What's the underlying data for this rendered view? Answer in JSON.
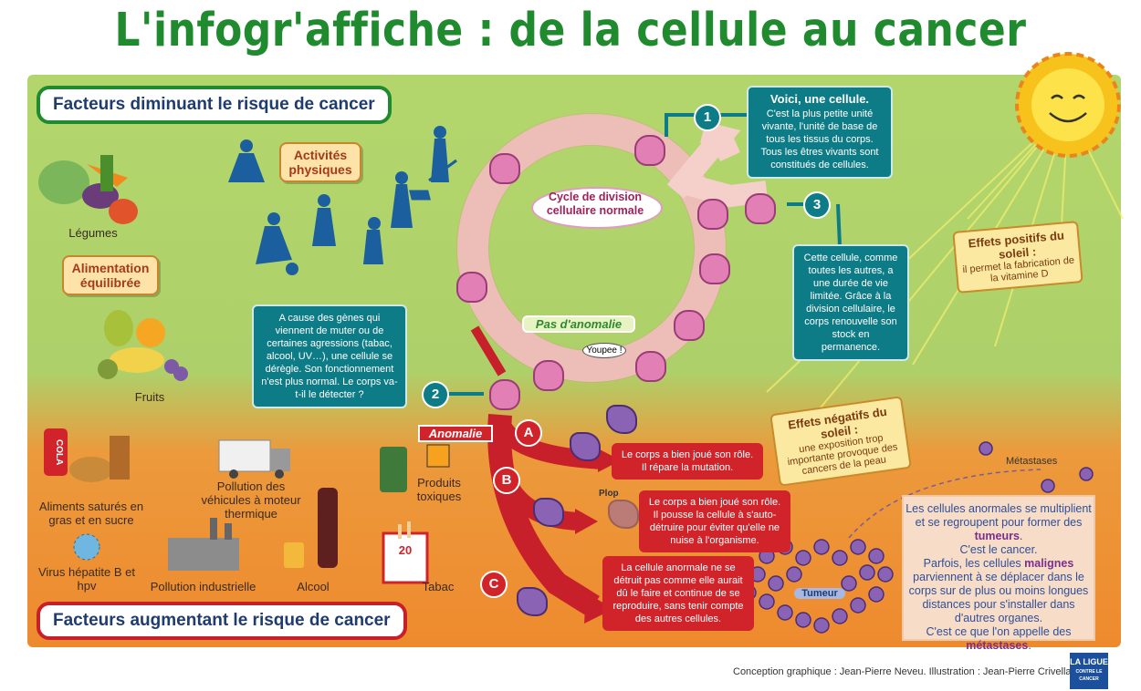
{
  "title": "L'infogr'affiche : de la cellule au cancer",
  "headers": {
    "top": "Facteurs diminuant le risque de cancer",
    "bottom": "Facteurs augmentant le risque de cancer"
  },
  "protective": {
    "legumes": "Légumes",
    "alimentation": "Alimentation équilibrée",
    "fruits": "Fruits",
    "activites": "Activités physiques"
  },
  "risks": {
    "aliments": "Aliments saturés en gras et en sucre",
    "pollution_vehicules": "Pollution des véhicules à moteur thermique",
    "produits": "Produits toxiques",
    "virus": "Virus hépatite B et hpv",
    "pollution_industrielle": "Pollution industrielle",
    "alcool": "Alcool",
    "tabac": "Tabac",
    "cola": "COLA",
    "pack": "20"
  },
  "cycle": {
    "label": "Cycle de division cellulaire normale",
    "pas_anomalie": "Pas d'anomalie",
    "youpee": "Youpee !",
    "anomalie": "Anomalie",
    "plop": "Plop",
    "tumeur": "Tumeur",
    "metastases": "Métastases"
  },
  "steps": {
    "n1": "1",
    "n2": "2",
    "n3": "3",
    "step1_title": "Voici, une cellule.",
    "step1_body": "C'est la plus petite unité vivante, l'unité de base de tous les tissus du corps. Tous les êtres vivants sont constitués de cellules.",
    "step2_body": "A cause des gènes qui viennent de muter ou de certaines agressions (tabac, alcool, UV…), une cellule se dérègle. Son fonctionnement n'est plus normal. Le corps va-t-il le détecter ?",
    "step3_body": "Cette cellule, comme toutes les autres, a une durée de vie limitée. Grâce à la division cellulaire, le corps renouvelle son stock en permanence."
  },
  "outcomes": {
    "a": "A",
    "b": "B",
    "c": "C",
    "a_text": "Le corps a bien joué son rôle. Il répare la mutation.",
    "b_text": "Le corps a bien joué son rôle. Il pousse la cellule à s'auto-détruire pour éviter qu'elle ne nuise à l'organisme.",
    "c_text": "La cellule anormale ne se détruit pas comme elle aurait dû le faire et continue de se reproduire, sans tenir compte des autres cellules."
  },
  "sun": {
    "positive_title": "Effets positifs du soleil :",
    "positive_body": "il permet la fabrication de la vitamine D",
    "negative_title": "Effets négatifs du soleil :",
    "negative_body": "une exposition trop importante provoque des cancers de la peau"
  },
  "summary": {
    "p1": "Les cellules anormales se multiplient et se regroupent pour former des",
    "p1_bold": "tumeurs",
    "p2": "C'est le cancer.",
    "p3": "Parfois, les cellules",
    "p3_bold": "malignes",
    "p3_rest": "parviennent à se déplacer dans le corps sur de plus ou moins longues distances pour s'installer dans d'autres organes.",
    "p4": "C'est ce que l'on appelle des",
    "p4_bold": "métastases"
  },
  "credit": "Conception graphique : Jean-Pierre Neveu. Illustration : Jean-Pierre Crivellari.",
  "logo": {
    "line1": "LA LIGUE",
    "line2": "CONTRE LE CANCER"
  },
  "colors": {
    "title": "#1f8a2e",
    "teal": "#0e7c87",
    "red": "#d0242a",
    "green_bg": "#b3d66c",
    "orange_bg": "#ee8a2e"
  }
}
